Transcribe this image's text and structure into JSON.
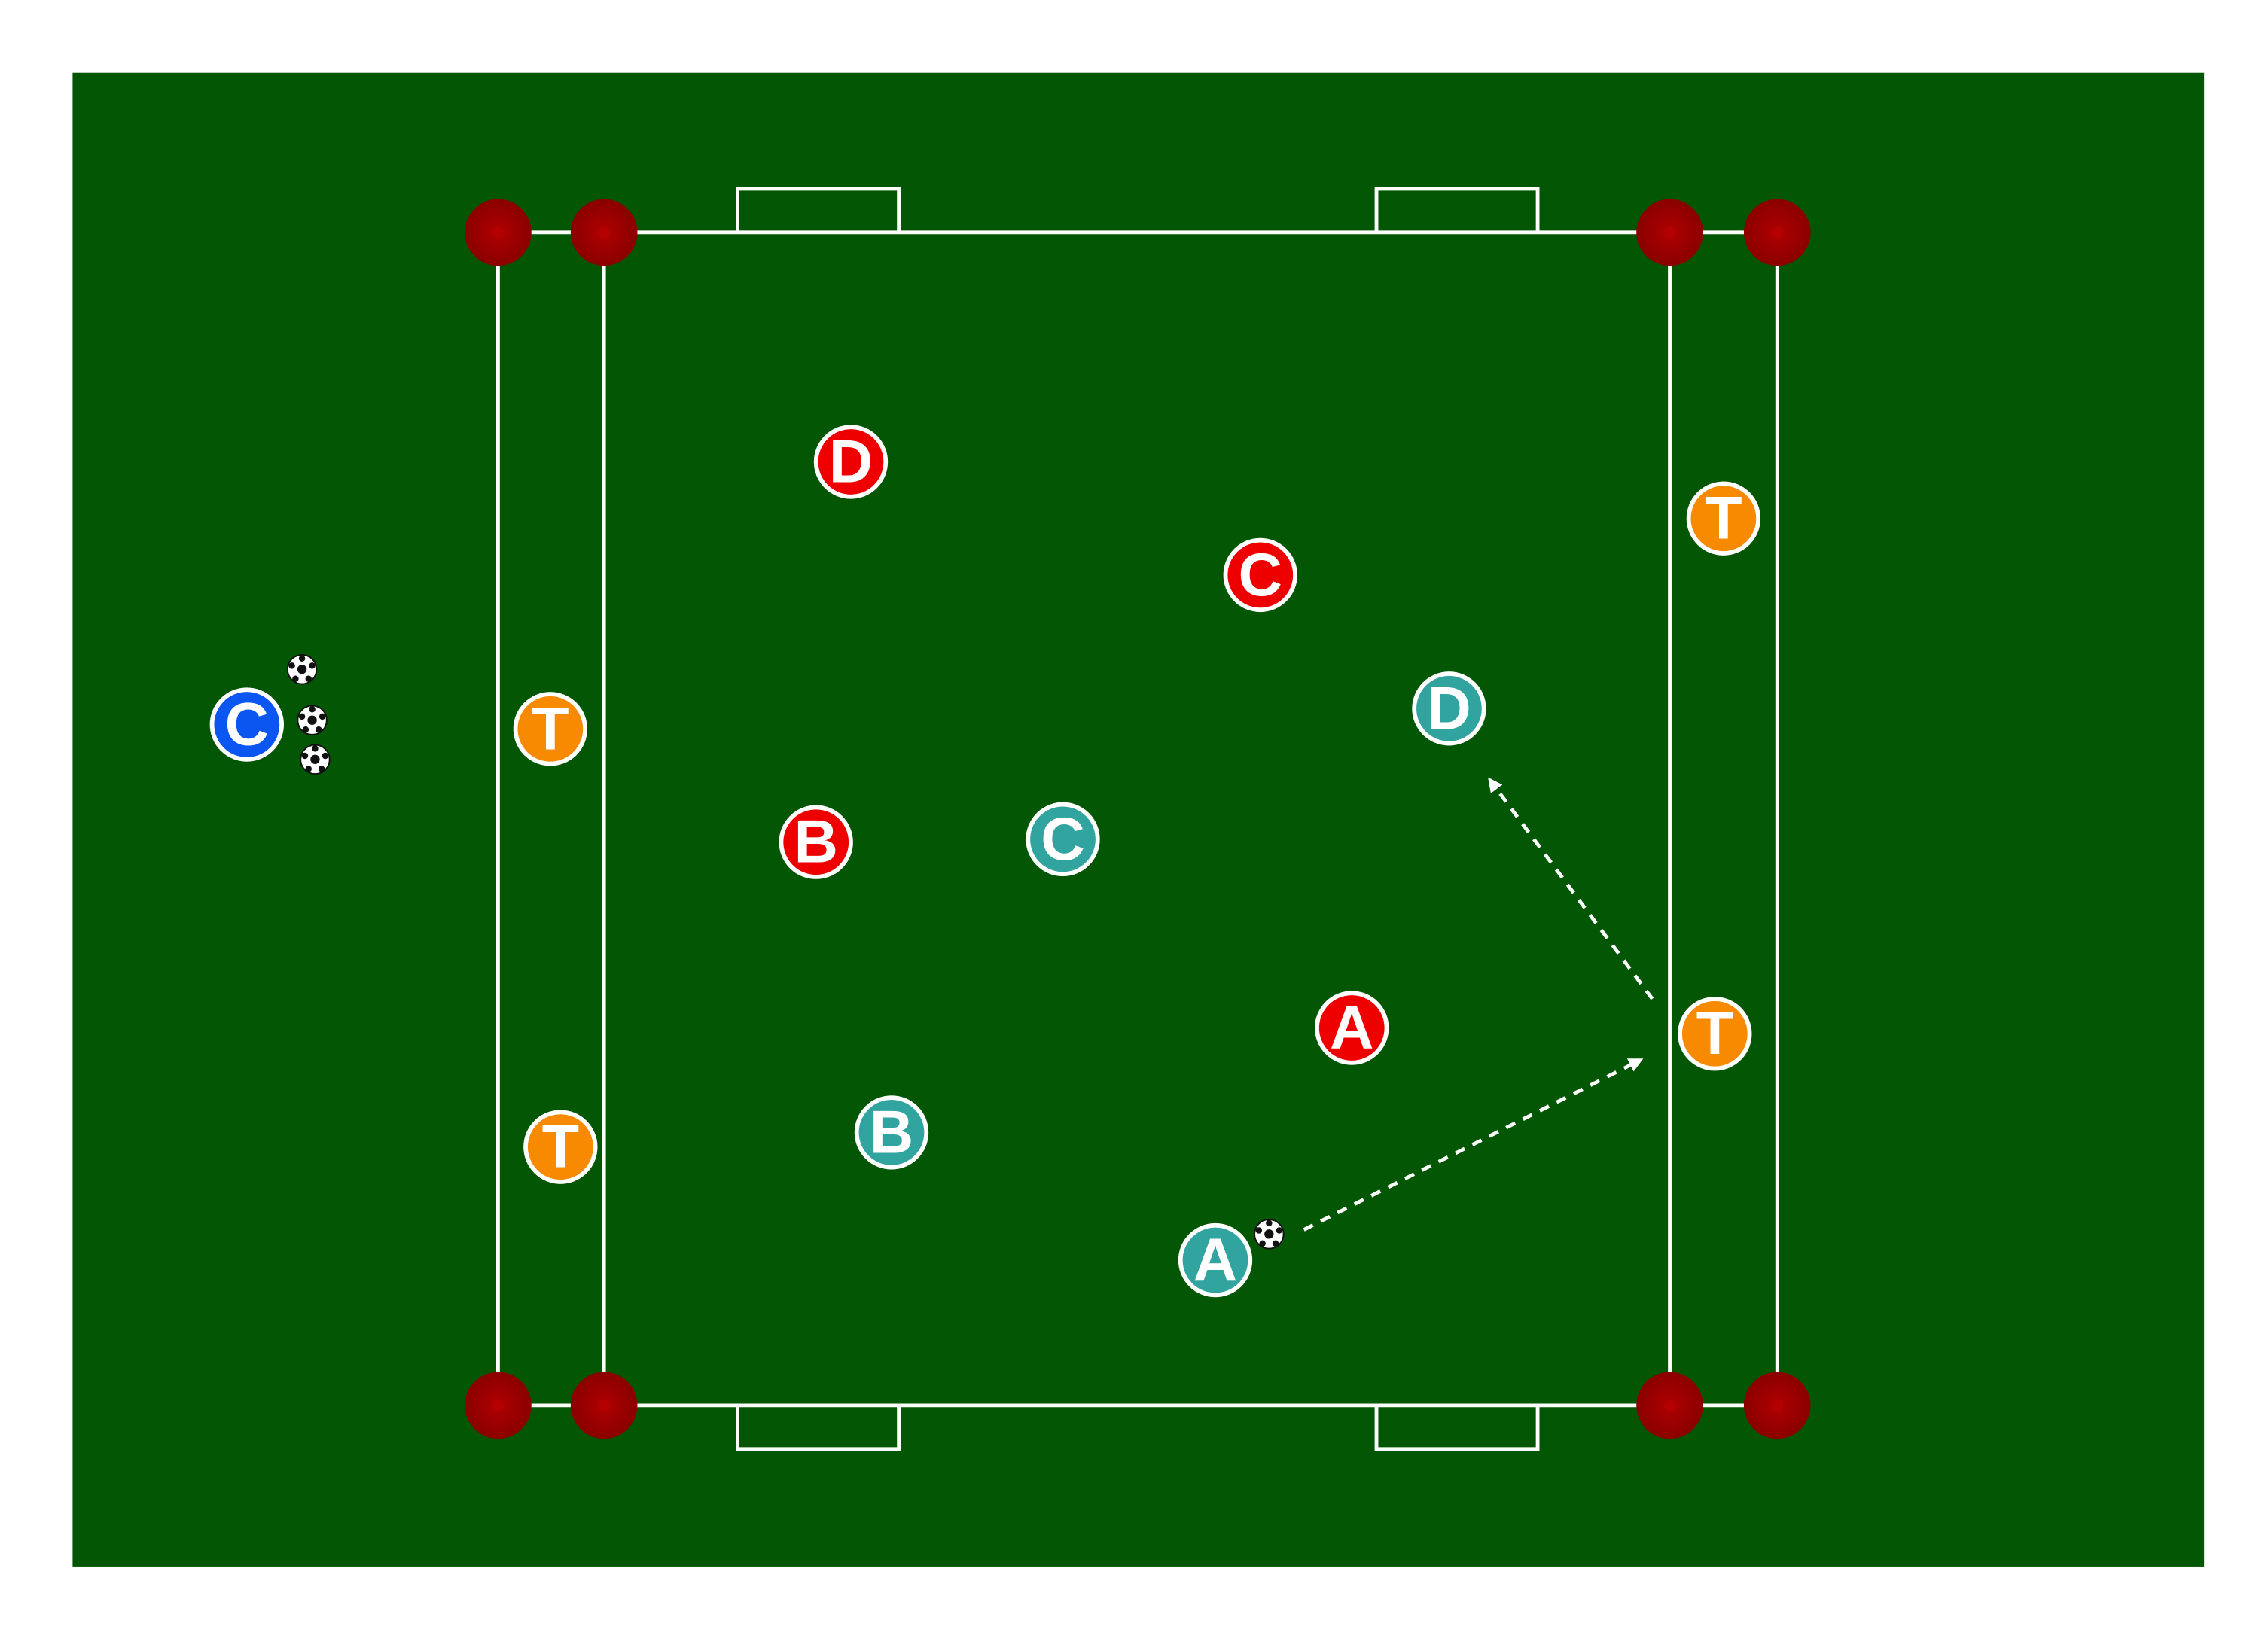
{
  "colors": {
    "pitch": "#035603",
    "lines": "#ffffff",
    "cone": "#8f0000",
    "team_red": "#ee0000",
    "team_teal": "#32a4a0",
    "neutral_orange": "#f78a00",
    "coach_blue": "#0b56f0"
  },
  "icons": {
    "ball": "soccer-ball-icon",
    "cone": "cone-marker-icon"
  },
  "players": {
    "red": [
      {
        "label": "D"
      },
      {
        "label": "C"
      },
      {
        "label": "B"
      },
      {
        "label": "A"
      }
    ],
    "teal": [
      {
        "label": "D"
      },
      {
        "label": "C"
      },
      {
        "label": "B"
      },
      {
        "label": "A"
      }
    ],
    "neutrals": [
      {
        "label": "T"
      },
      {
        "label": "T"
      },
      {
        "label": "T"
      },
      {
        "label": "T"
      }
    ],
    "coach": {
      "label": "C"
    }
  }
}
